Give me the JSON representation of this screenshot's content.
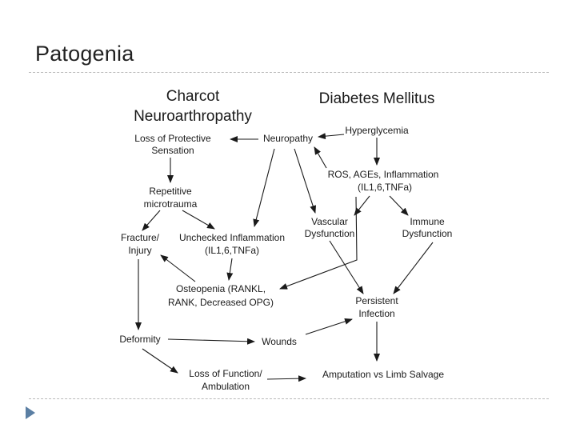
{
  "slide": {
    "title": "Patogenia"
  },
  "diagram": {
    "header_left": [
      "Charcot",
      "Neuroarthropathy"
    ],
    "header_right": "Diabetes Mellitus",
    "nodes": {
      "loss_protective": [
        "Loss of Protective",
        "Sensation"
      ],
      "neuropathy": [
        "Neuropathy"
      ],
      "hyperglycemia": [
        "Hyperglycemia"
      ],
      "ros": [
        "ROS, AGEs, Inflammation",
        "(IL1,6,TNFa)"
      ],
      "repetitive": [
        "Repetitive",
        "microtrauma"
      ],
      "vascular": [
        "Vascular",
        "Dysfunction"
      ],
      "immune": [
        "Immune",
        "Dysfunction"
      ],
      "fracture": [
        "Fracture/",
        "Injury"
      ],
      "unchecked": [
        "Unchecked Inflammation",
        "(IL1,6,TNFa)"
      ],
      "osteopenia": [
        "Osteopenia (RANKL,",
        "RANK, Decreased OPG)"
      ],
      "persistent": [
        "Persistent",
        "Infection"
      ],
      "deformity": [
        "Deformity"
      ],
      "wounds": [
        "Wounds"
      ],
      "loss_function": [
        "Loss of Function/",
        "Ambulation"
      ],
      "amputation": [
        "Amputation vs Limb Salvage"
      ]
    }
  }
}
